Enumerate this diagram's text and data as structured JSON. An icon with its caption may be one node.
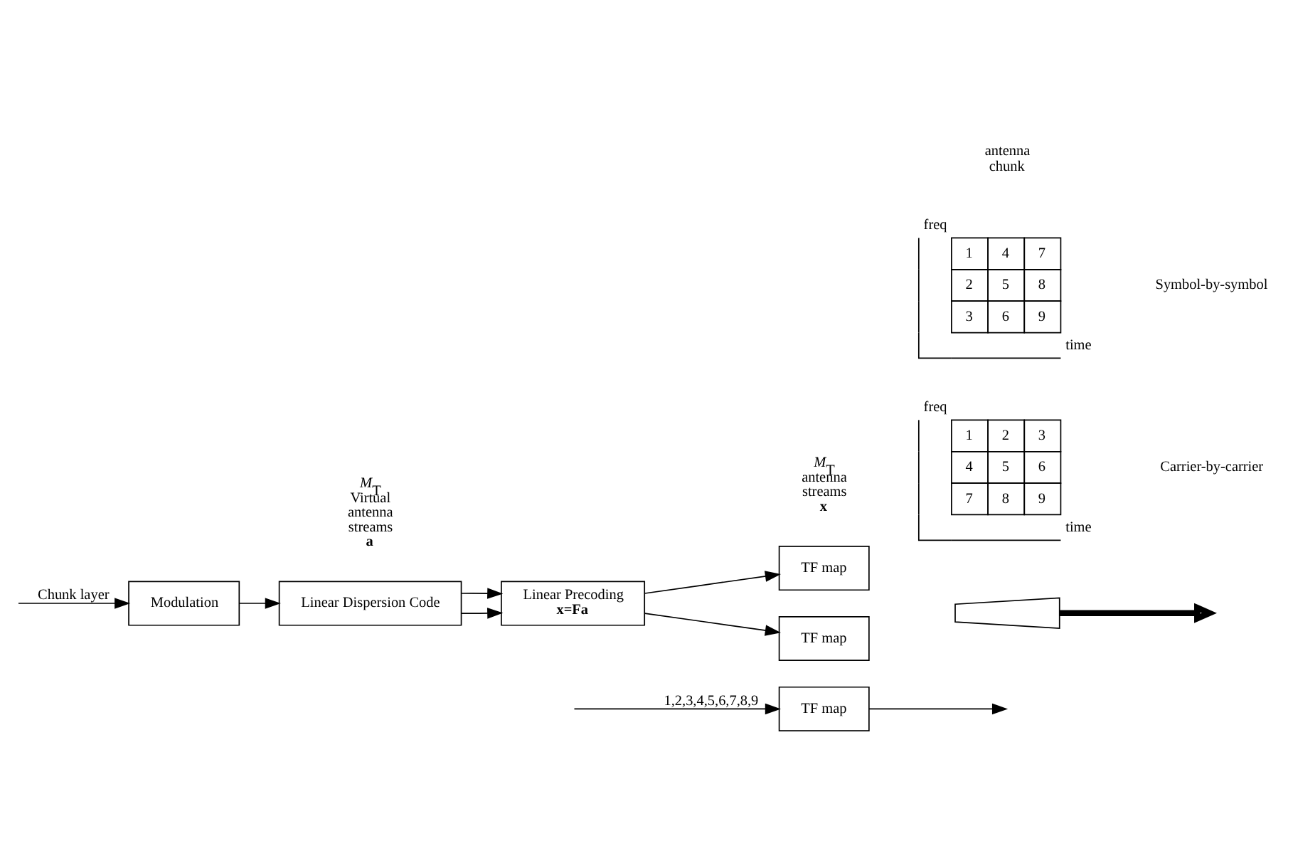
{
  "diagram": {
    "nodes": [
      {
        "text": [
          "Modulation"
        ]
      },
      {
        "text": [
          "Linear Dispersion Code"
        ]
      },
      {
        "text": [
          "Linear Precoding",
          "x=Fa"
        ]
      },
      {
        "text": [
          "TF map"
        ]
      },
      {
        "text": [
          "TF map"
        ]
      },
      {
        "text": [],
        "shape": "trapezoid"
      },
      {
        "text": [
          "TF map"
        ]
      }
    ],
    "edges": [
      {
        "from": null,
        "to": 0,
        "arrow": "to",
        "label": "Chunk layer"
      },
      {
        "from": 0,
        "to": 1,
        "arrow": "to"
      },
      {
        "from": 1,
        "to": 2,
        "arrow": "to"
      },
      {
        "from": 1,
        "to": 2,
        "arrow": "to"
      },
      {
        "from": 2,
        "to": 3,
        "arrow": "to"
      },
      {
        "from": 2,
        "to": 4,
        "arrow": "to"
      },
      {
        "from": 5,
        "to": null,
        "arrow": "to",
        "style": "thick"
      },
      {
        "from": null,
        "to": 6,
        "arrow": "to",
        "label": "1,2,3,4,5,6,7,8,9"
      },
      {
        "from": 6,
        "to": null,
        "arrow": "to"
      }
    ],
    "labels": [
      "*M*$_{T}$ Virtual antenna streams **a**",
      "*M*$_{T}$ antenna streams **x**",
      "antenna chunk",
      "freq",
      "1",
      "2",
      "3",
      "4",
      "5",
      "6",
      "7",
      "8",
      "9",
      "time",
      "Carrier-by-carrier",
      "freq",
      "1",
      "4",
      "7",
      "2",
      "5",
      "8",
      "3",
      "6",
      "9",
      "time",
      "Symbol-by-symbol"
    ]
  }
}
